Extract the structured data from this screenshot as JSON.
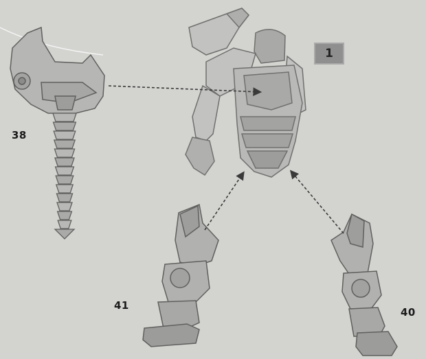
{
  "step": {
    "number": "1"
  },
  "parts": [
    {
      "id": "38",
      "label": "38",
      "name": "back-armor-with-tail"
    },
    {
      "id": "41",
      "label": "41",
      "name": "right-leg"
    },
    {
      "id": "40",
      "label": "40",
      "name": "left-leg"
    }
  ],
  "colors": {
    "background": "#d3d3d0",
    "part_fill": "#b6b6b4",
    "part_shadow": "#8c8c8a",
    "outline": "#5f5f5d",
    "arrow": "#3a3a3a",
    "badge": "#8f8f8f"
  }
}
